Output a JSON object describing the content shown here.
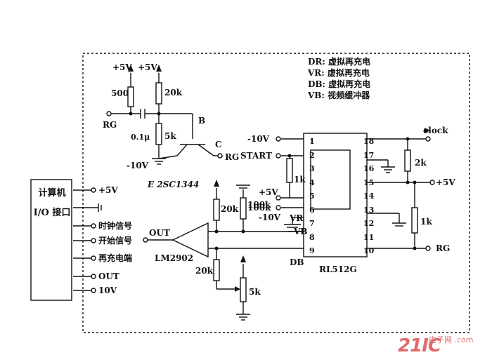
{
  "legend": [
    {
      "code": "DR:",
      "desc": "虚拟再充电"
    },
    {
      "code": "VR:",
      "desc": "虚拟再充电"
    },
    {
      "code": "DB:",
      "desc": "虚拟再充电"
    },
    {
      "code": "VB:",
      "desc": "视频缓冲器"
    }
  ],
  "supplies": {
    "plus5v_a": "+5V",
    "plus5v_b": "+5V",
    "minus10v_a": "-10V",
    "minus10v_b": "-10V",
    "minus10v_c": "-10V",
    "plus5v_c": "+5V",
    "plus5v_d": "+5V"
  },
  "resistors": {
    "r500": "500",
    "r20k_a": "20k",
    "r5k_a": "5k",
    "r20k_b": "20k",
    "r100k": "100k",
    "r1k_a": "1k",
    "r2k": "2k",
    "r1k_b": "1k",
    "r20k_c": "20k",
    "r5k_b": "5k"
  },
  "capacitor": "0.1μ",
  "transistor": {
    "base": "B",
    "collector": "C",
    "emitter_part": "E 2SC1344"
  },
  "nodes": {
    "rg_in": "RG",
    "rg_c": "RG",
    "start": "START",
    "clock": "clock",
    "rg_out": "RG",
    "out_op": "OUT",
    "vr": "VR",
    "vb": "VB",
    "db": "DB"
  },
  "opamp": "LM2902",
  "chip": {
    "name": "RL512G",
    "pins_left": "1 2 3 4 5 6 7 8 9",
    "pins_right": "18 17 16 15 14 13 12 11 10"
  },
  "interface": {
    "title": "计算机 I/O 接口",
    "pins": [
      "+5V",
      "",
      "时钟信号",
      "开始信号",
      "再充电端",
      "OUT",
      "10V"
    ]
  },
  "watermark": {
    "logo": "21IC",
    "domain": "电子网 .com"
  }
}
